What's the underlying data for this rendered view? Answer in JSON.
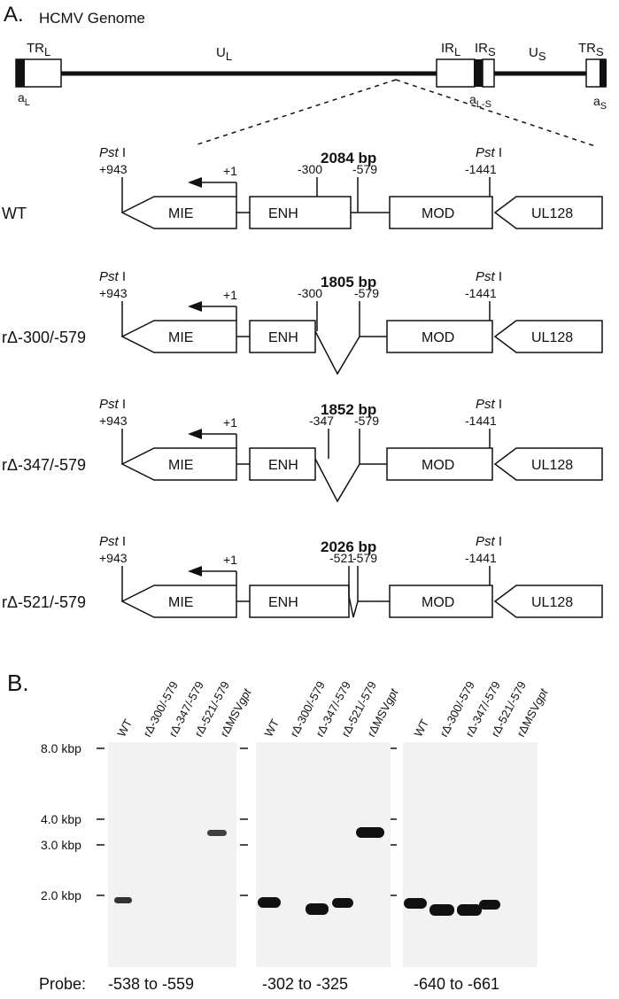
{
  "panelA": {
    "label": "A.",
    "title": "HCMV Genome",
    "genome_labels": {
      "trl": "TR",
      "trl_sub": "L",
      "ul": "U",
      "ul_sub": "L",
      "irl": "IR",
      "irl_sub": "L",
      "irs": "IR",
      "irs_sub": "S",
      "us": "U",
      "us_sub": "S",
      "trs": "TR",
      "trs_sub": "S",
      "al": "a",
      "al_sub": "L",
      "als": "a",
      "als_sub": "L-S",
      "as": "a",
      "as_sub": "S"
    },
    "constructs": [
      {
        "name": "WT",
        "size": "2084 bp",
        "left_cut": "-300",
        "right_cut": "-579"
      },
      {
        "name": "rΔ-300/-579",
        "size": "1805 bp",
        "left_cut": "-300",
        "right_cut": "-579"
      },
      {
        "name": "rΔ-347/-579",
        "size": "1852 bp",
        "left_cut": "-347",
        "right_cut": "-579"
      },
      {
        "name": "rΔ-521/-579",
        "size": "2026 bp",
        "left_cut": "-521",
        "right_cut": "-579"
      }
    ],
    "common": {
      "pst_italic": "Pst",
      "pst_roman": " I",
      "pos_left": "+943",
      "pos_right": "-1441",
      "tss": "+1",
      "box_mie": "MIE",
      "box_enh": "ENH",
      "box_mod": "MOD",
      "box_ul128": "UL128"
    }
  },
  "panelB": {
    "label": "B.",
    "markers": [
      "8.0 kbp",
      "4.0 kbp",
      "3.0 kbp",
      "2.0 kbp"
    ],
    "lane_labels": [
      {
        "pre": "WT",
        "italic": ""
      },
      {
        "pre": "rΔ-300/-579",
        "italic": ""
      },
      {
        "pre": "rΔ-347/-579",
        "italic": ""
      },
      {
        "pre": "rΔ-521/-579",
        "italic": ""
      },
      {
        "pre": "rΔMSV",
        "italic": "gpt"
      }
    ],
    "probe_label": "Probe:",
    "probes": [
      "-538 to -559",
      "-302 to -325",
      "-640 to -661"
    ]
  }
}
